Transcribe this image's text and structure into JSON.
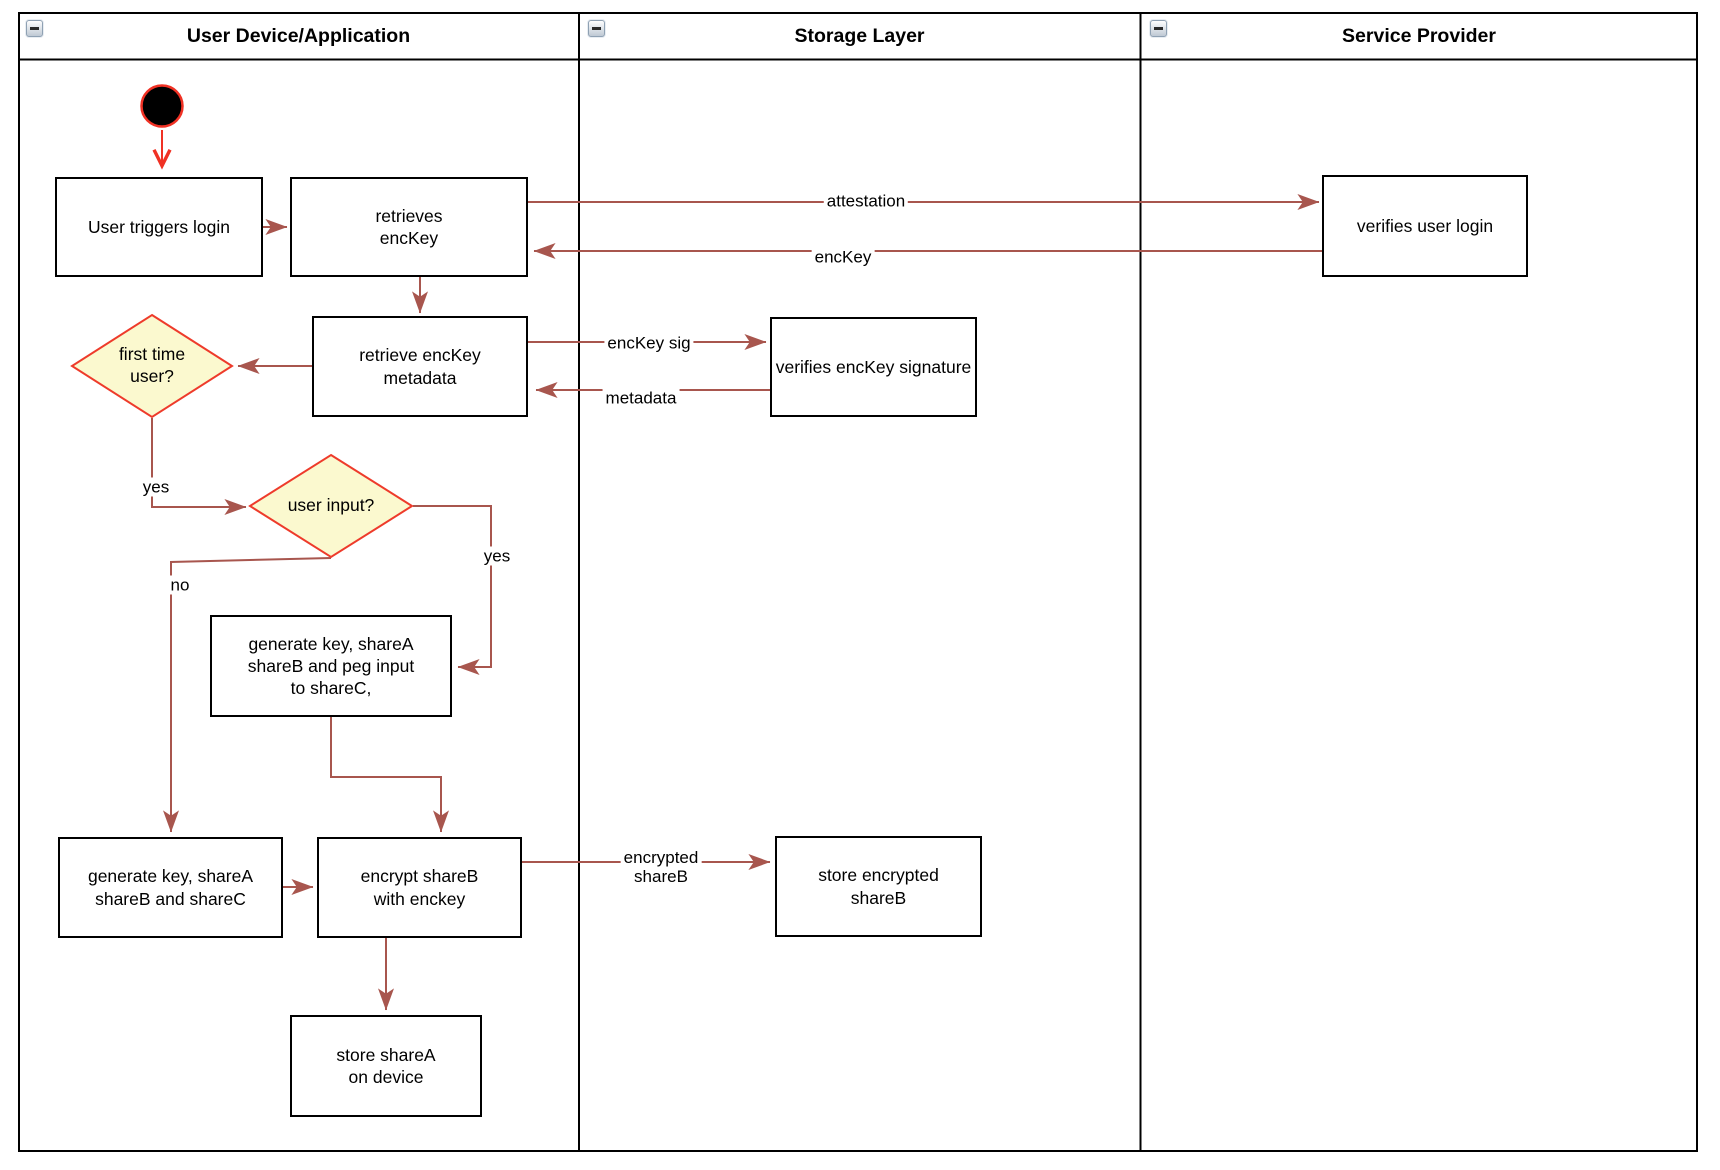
{
  "diagram": {
    "lanes": [
      {
        "title": "User Device/Application"
      },
      {
        "title": "Storage Layer"
      },
      {
        "title": "Service Provider"
      }
    ],
    "nodes": {
      "user_triggers_login": {
        "label": "User triggers login"
      },
      "retrieves_enckey": {
        "label": "retrieves\nencKey"
      },
      "verifies_user_login": {
        "label": "verifies user login"
      },
      "retrieve_enckey_metadata": {
        "label": "retrieve encKey\nmetadata"
      },
      "verifies_enckey_signature": {
        "label": "verifies encKey signature"
      },
      "first_time_user": {
        "label": "first time\nuser?"
      },
      "user_input": {
        "label": "user input?"
      },
      "generate_key_peg_input": {
        "label": "generate key, shareA\nshareB and peg input\nto shareC,"
      },
      "generate_key_sharec": {
        "label": "generate key, shareA\nshareB and shareC"
      },
      "encrypt_shareb": {
        "label": "encrypt shareB\nwith enckey"
      },
      "store_encrypted_shareb": {
        "label": "store encrypted\nshareB"
      },
      "store_sharea": {
        "label": "store shareA\non device"
      }
    },
    "edge_labels": {
      "attestation": "attestation",
      "enckey": "encKey",
      "enckey_sig": "encKey sig",
      "metadata": "metadata",
      "yes_first_time": "yes",
      "yes_user_input": "yes",
      "no_user_input": "no",
      "encrypted_shareb": "encrypted\nshareB"
    }
  },
  "colors": {
    "arrow_red": "#a8564e",
    "accent_red": "#f03124",
    "diamond_fill": "#fbf9cf",
    "diamond_stroke": "#ee3b2b",
    "node_border": "#000000",
    "lane_border": "#000000"
  }
}
